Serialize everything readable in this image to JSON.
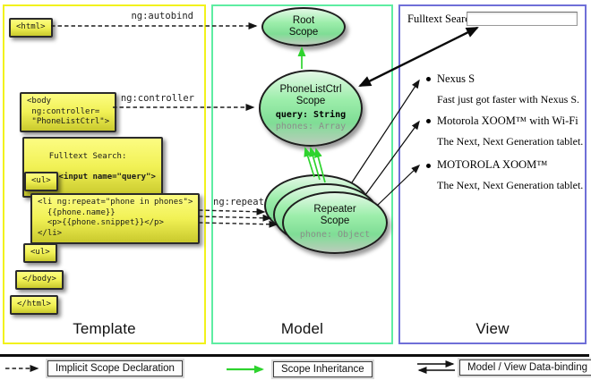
{
  "columns": {
    "template": "Template",
    "model": "Model",
    "view": "View"
  },
  "template": {
    "html_open": "<html>",
    "body_open": "<body\n ng:controller=\n \"PhoneListCtrl\">",
    "fulltext_label": "Fulltext Search:",
    "fulltext_input": "  <input name=\"query\">",
    "ul_open": "<ul>",
    "li_repeat": "<li ng:repeat=\"phone in phones\">\n  {{phone.name}}\n  <p>{{phone.snippet}}</p>\n</li>",
    "ul_open2": "<ul>",
    "body_close": "</body>",
    "html_close": "</html>"
  },
  "arrow_labels": {
    "autobind": "ng:autobind",
    "controller": "ng:controller",
    "repeat": "ng:repeat"
  },
  "model": {
    "root_scope": {
      "title": "Root\nScope"
    },
    "phonelist_scope": {
      "title": "PhoneListCtrl\nScope",
      "prop_bold": "query: String",
      "prop_muted": "phones: Array"
    },
    "repeater_scope": {
      "title": "Repeater\nScope",
      "prop_muted": "phone: Object"
    }
  },
  "view": {
    "fulltext_label": "Fulltext Search:",
    "search_value": "",
    "items": [
      {
        "title": "Nexus S",
        "desc": "Fast just got faster with Nexus S."
      },
      {
        "title": "Motorola XOOM™  with Wi-Fi",
        "desc": "The Next, Next Generation tablet."
      },
      {
        "title": "MOTOROLA XOOM™",
        "desc": "The Next, Next Generation tablet."
      }
    ]
  },
  "legend": {
    "implicit": "Implicit Scope Declaration",
    "inheritance": "Scope Inheritance",
    "binding": "Model / View Data-binding"
  },
  "colors": {
    "template_border": "#f2f21c",
    "model_border": "#5eeda2",
    "view_border": "#6f6fd8",
    "green_arrow": "#2ed32e",
    "scope_green": "#8ce9a0",
    "box_yellow": "#f0f050"
  }
}
